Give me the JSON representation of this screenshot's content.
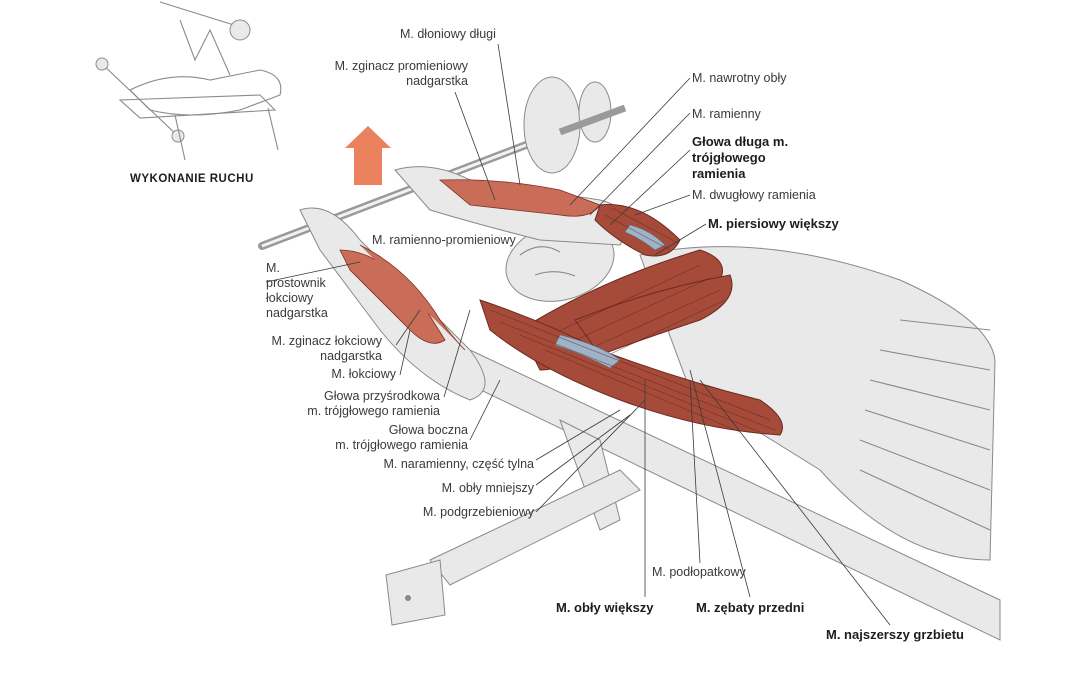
{
  "inset": {
    "caption": "WYKONANIE RUCHU"
  },
  "arrow_color": "#e8764b",
  "muscle_color": "#a64b3a",
  "labels": [
    {
      "key": "dloniowy_dlugi",
      "text": [
        "M. dłoniowy długi"
      ],
      "bold": false
    },
    {
      "key": "zginacz_promieniowy",
      "text": [
        "M. zginacz promieniowy",
        "nadgarstka"
      ],
      "bold": false
    },
    {
      "key": "nawrotny_obly",
      "text": [
        "M. nawrotny obły"
      ],
      "bold": false
    },
    {
      "key": "ramienny",
      "text": [
        "M. ramienny"
      ],
      "bold": false
    },
    {
      "key": "glowa_dluga",
      "text": [
        "Głowa długa m.",
        "trójgłowego",
        "ramienia"
      ],
      "bold": true
    },
    {
      "key": "dwuglowy",
      "text": [
        "M. dwugłowy ramienia"
      ],
      "bold": false
    },
    {
      "key": "piersiowy",
      "text": [
        "M. piersiowy większy"
      ],
      "bold": true
    },
    {
      "key": "ramienno_promieniowy",
      "text": [
        "M. ramienno-promieniowy"
      ],
      "bold": false
    },
    {
      "key": "prostownik",
      "text": [
        "M.",
        "prostownik",
        "łokciowy",
        "nadgarstka"
      ],
      "bold": false
    },
    {
      "key": "zginacz_lokciowy",
      "text": [
        "M. zginacz łokciowy",
        "nadgarstka"
      ],
      "bold": false
    },
    {
      "key": "lokciowy",
      "text": [
        "M. łokciowy"
      ],
      "bold": false
    },
    {
      "key": "glowa_przysrodkowa",
      "text": [
        "Głowa przyśrodkowa",
        "m. trójgłowego ramienia"
      ],
      "bold": false
    },
    {
      "key": "glowa_boczna",
      "text": [
        "Głowa boczna",
        "m. trójgłowego ramienia"
      ],
      "bold": false
    },
    {
      "key": "naramienny",
      "text": [
        "M. naramienny, część tylna"
      ],
      "bold": false
    },
    {
      "key": "obly_mniejszy",
      "text": [
        "M. obły mniejszy"
      ],
      "bold": false
    },
    {
      "key": "podgrzebieniowy",
      "text": [
        "M. podgrzebieniowy"
      ],
      "bold": false
    },
    {
      "key": "podlopatkowy",
      "text": [
        "M. podłopatkowy"
      ],
      "bold": false
    },
    {
      "key": "obly_wiekszy",
      "text": [
        "M. obły większy"
      ],
      "bold": true
    },
    {
      "key": "zebaty",
      "text": [
        "M. zębaty przedni"
      ],
      "bold": true
    },
    {
      "key": "najszerszy",
      "text": [
        "M. najszerszy grzbietu"
      ],
      "bold": true
    }
  ]
}
